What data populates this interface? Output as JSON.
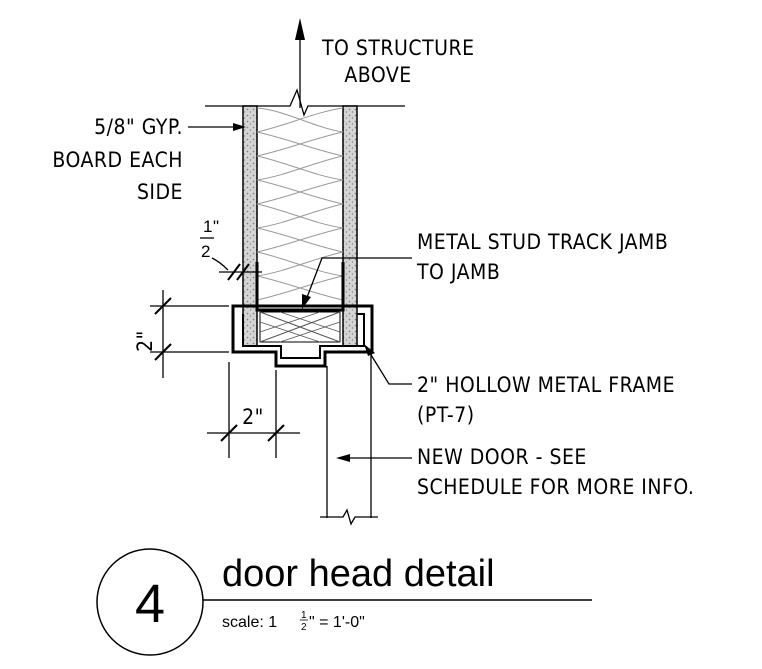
{
  "labels": {
    "to_structure_1": "TO STRUCTURE",
    "to_structure_2": "ABOVE",
    "gyp_1": "5/8\" GYP.",
    "gyp_2": "BOARD EACH",
    "gyp_3": "SIDE",
    "stud_1": "METAL STUD TRACK JAMB",
    "stud_2": "TO JAMB",
    "frame_1": "2\" HOLLOW METAL FRAME",
    "frame_2": "(PT-7)",
    "door_1": "NEW DOOR - SEE",
    "door_2": "SCHEDULE FOR MORE INFO."
  },
  "dimensions": {
    "half_num": "1",
    "half_den": "2",
    "half_mark": "\"",
    "vertical_dim": "2\"",
    "horizontal_dim": "2\""
  },
  "title": {
    "detail_number": "4",
    "name": "door head detail",
    "scale_prefix": "scale: 1",
    "scale_num": "1",
    "scale_den": "2",
    "scale_suffix": "\" = 1'-0\""
  }
}
